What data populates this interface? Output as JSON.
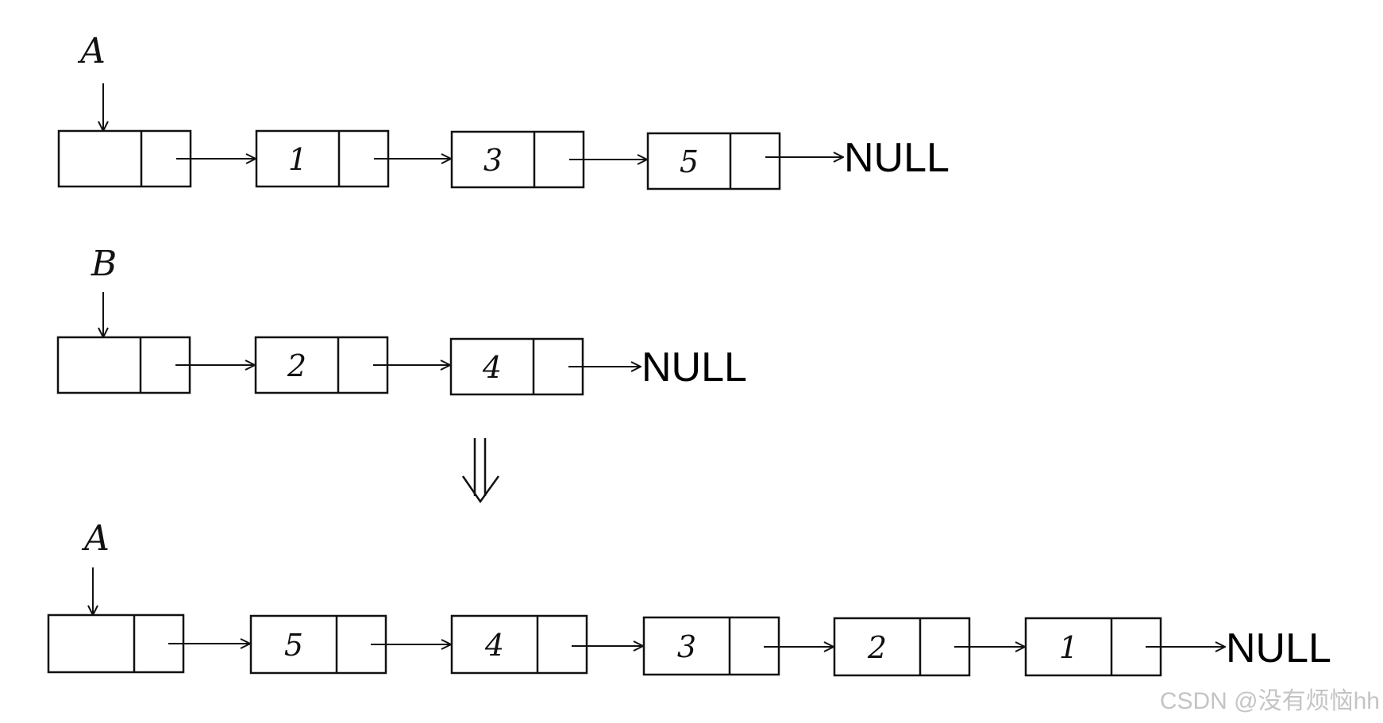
{
  "lists": [
    {
      "head_label": "A",
      "nodes": [
        "",
        "1",
        "3",
        "5"
      ],
      "tail_label": "NULL"
    },
    {
      "head_label": "B",
      "nodes": [
        "",
        "2",
        "4"
      ],
      "tail_label": "NULL"
    },
    {
      "head_label": "A",
      "nodes": [
        "",
        "5",
        "4",
        "3",
        "2",
        "1"
      ],
      "tail_label": "NULL"
    }
  ],
  "transition_symbol": "⇓",
  "watermark": "CSDN @没有烦恼hh"
}
